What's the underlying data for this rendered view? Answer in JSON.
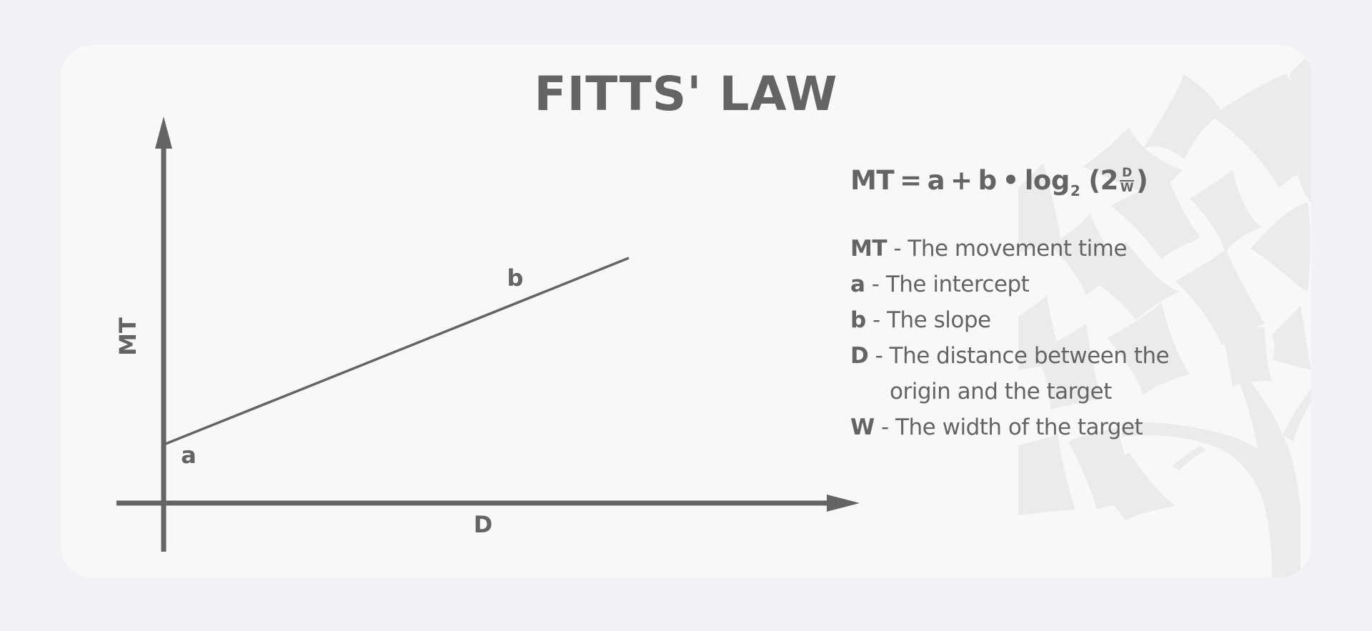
{
  "title": "FITTS' LAW",
  "colors": {
    "page_background": "#f1f2f5",
    "card_background": "#f8f8f8",
    "ink": "#646464",
    "decoration": "#ebebeb"
  },
  "diagram": {
    "y_axis_label": "MT",
    "x_axis_label": "D",
    "intercept_label": "a",
    "slope_label": "b"
  },
  "formula": {
    "lhs": "MT",
    "equals": "=",
    "a": "a",
    "plus": "+",
    "b": "b",
    "dot": "•",
    "log": "log",
    "log_base": "2",
    "paren_open": "(",
    "two": "2",
    "numerator": "D",
    "denominator": "W",
    "paren_close": ")"
  },
  "legend": [
    {
      "term": "MT",
      "text": " - The movement time"
    },
    {
      "term": "a",
      "text": " - The intercept"
    },
    {
      "term": "b",
      "text": " - The slope"
    },
    {
      "term": "D",
      "text": " - The distance between the",
      "continuation": "origin and the target"
    },
    {
      "term": "W",
      "text": " - The width of the target"
    }
  ],
  "decoration": {
    "icon": "tree-leaves-watermark"
  }
}
